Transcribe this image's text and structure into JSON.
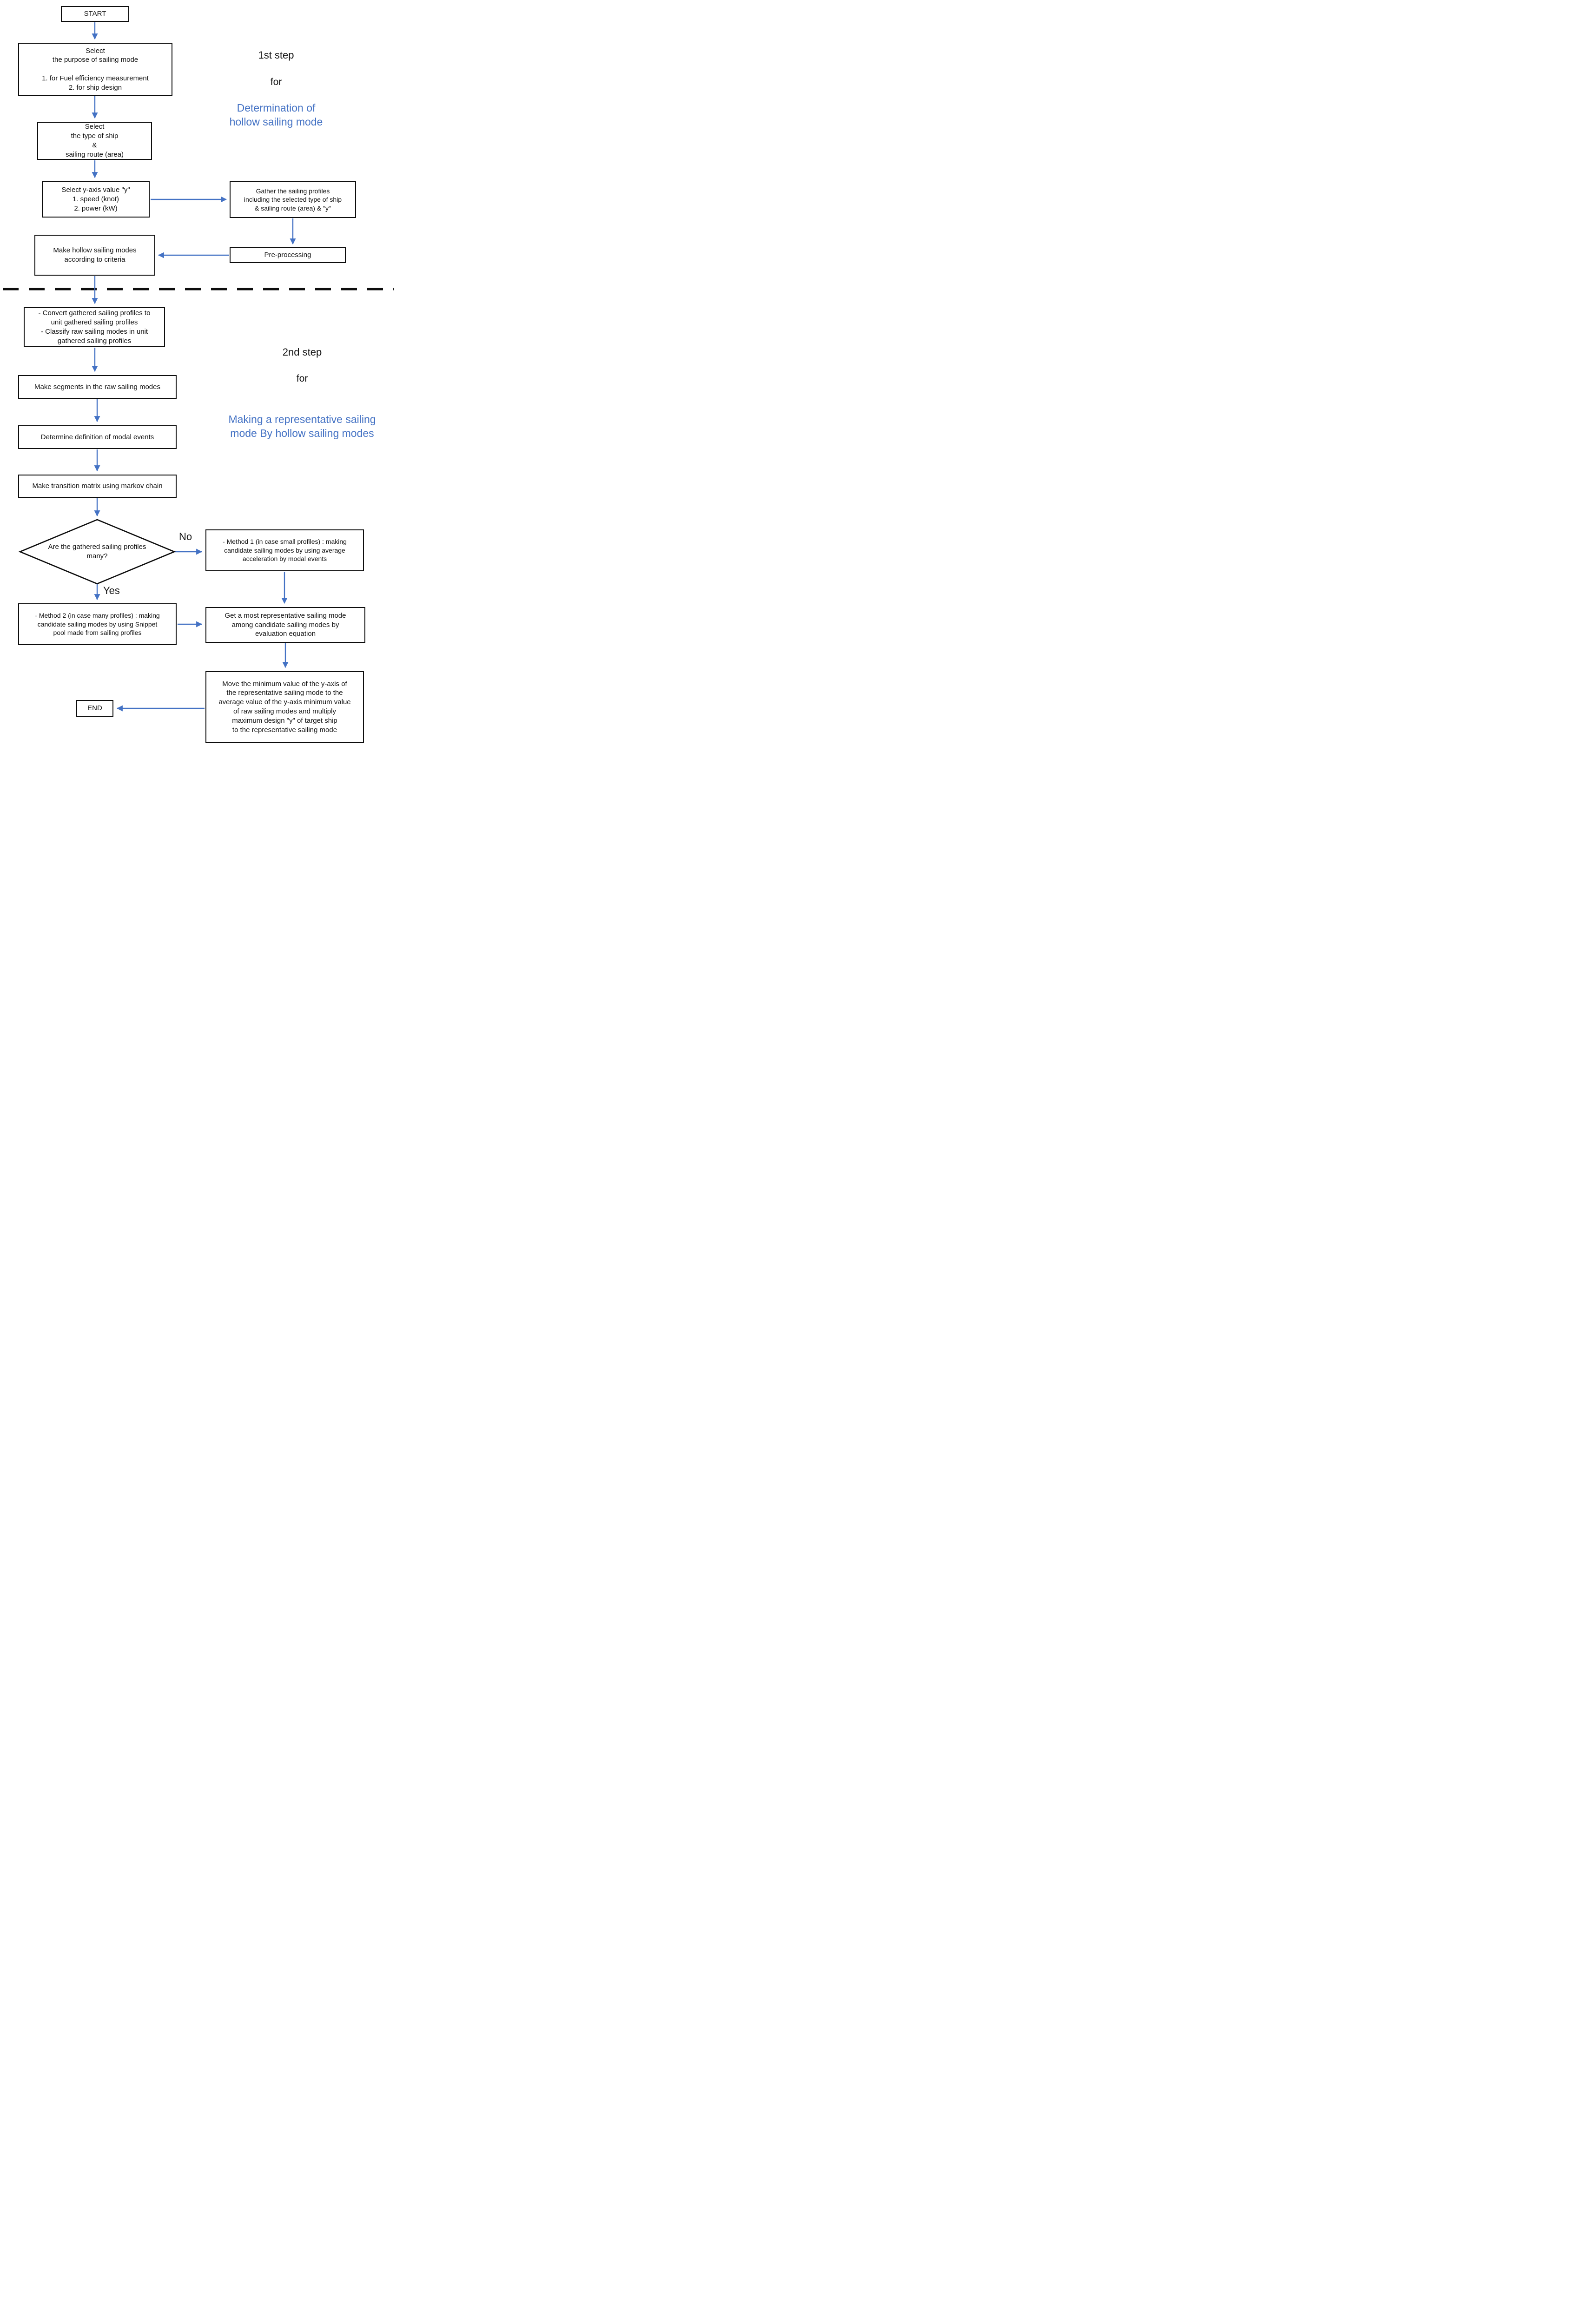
{
  "colors": {
    "arrow": "#4472C4",
    "accent_text": "#4472C4",
    "box_border": "#000000",
    "divider": "#000000"
  },
  "steps": {
    "step1": {
      "heading": "1st step",
      "connector": "for",
      "title": "Determination of\nhollow sailing mode"
    },
    "step2": {
      "heading": "2nd step",
      "connector": "for",
      "title": "Making a representative sailing\nmode By hollow sailing modes"
    }
  },
  "branch_labels": {
    "no": "No",
    "yes": "Yes"
  },
  "nodes": {
    "start": {
      "label": "START"
    },
    "select_purpose": {
      "label": "Select\nthe purpose of sailing mode\n\n1. for Fuel efficiency measurement\n2. for ship design"
    },
    "select_ship": {
      "label": "Select\nthe type of ship\n&\nsailing route (area)"
    },
    "select_y_axis": {
      "label": "Select y-axis value \"y\"\n1. speed (knot)\n2. power (kW)"
    },
    "gather_profiles": {
      "label": "Gather the sailing profiles\nincluding the selected type of ship\n& sailing route (area) & \"y\""
    },
    "pre_processing": {
      "label": "Pre-processing"
    },
    "make_hollow": {
      "label": "Make hollow sailing modes\naccording to criteria"
    },
    "convert_classify": {
      "label": "- Convert gathered sailing profiles to\nunit gathered sailing profiles\n- Classify raw sailing modes in unit\ngathered sailing profiles"
    },
    "make_segments": {
      "label": "Make segments in the raw sailing modes"
    },
    "modal_events": {
      "label": "Determine definition of modal events"
    },
    "transition_matrix": {
      "label": "Make transition matrix using markov chain"
    },
    "decision_many": {
      "label": "Are the gathered sailing profiles\nmany?"
    },
    "method1": {
      "label": "- Method 1 (in case small profiles) : making\ncandidate sailing modes by using average\nacceleration by modal events"
    },
    "method2": {
      "label": "- Method 2 (in case many profiles) : making\ncandidate sailing modes by using Snippet\npool made from sailing profiles"
    },
    "get_representative": {
      "label": "Get a most representative sailing mode\namong candidate sailing modes by\nevaluation equation"
    },
    "move_minimum": {
      "label": "Move the minimum value of the y-axis of\nthe representative sailing mode to the\naverage value of the y-axis minimum value\nof raw sailing modes and multiply\nmaximum design \"y\" of target ship\nto the representative sailing mode"
    },
    "end": {
      "label": "END"
    }
  }
}
